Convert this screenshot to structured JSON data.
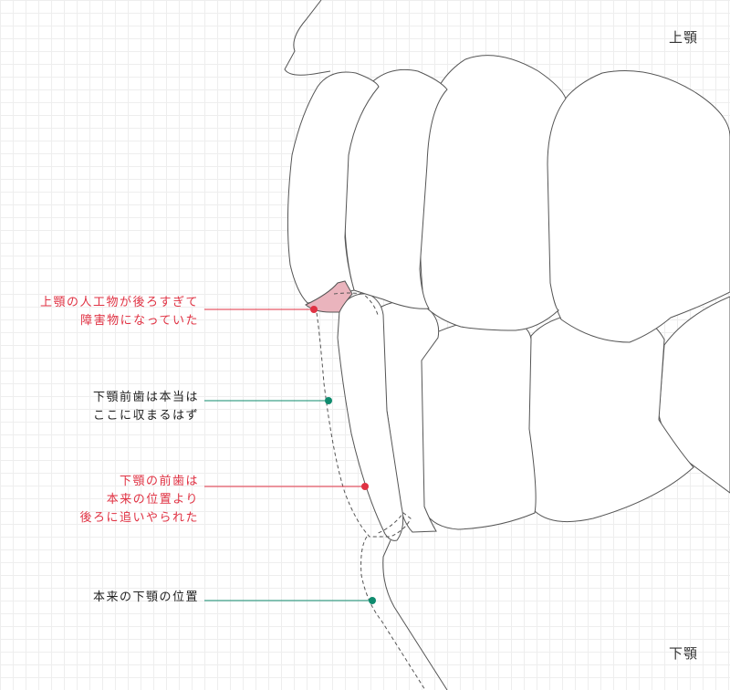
{
  "labels": {
    "upper_jaw": "上顎",
    "lower_jaw": "下顎"
  },
  "callouts": {
    "upper_artifact": {
      "lines": [
        "上顎の人工物が後ろすぎて",
        "障害物になっていた"
      ],
      "color": "#e03243"
    },
    "lower_should_fit": {
      "lines": [
        "下顎前歯は本当は",
        "ここに収まるはず"
      ],
      "color": "#0f8b6e"
    },
    "lower_pushed_back": {
      "lines": [
        "下顎の前歯は",
        "本来の位置より",
        "後ろに追いやられた"
      ],
      "color": "#e03243"
    },
    "original_position": {
      "lines": [
        "本来の下顎の位置"
      ],
      "color": "#0f8b6e"
    }
  },
  "colors": {
    "outline": "#555555",
    "highlight_fill": "#eab4bd",
    "red": "#e03243",
    "green": "#0f8b6e"
  }
}
